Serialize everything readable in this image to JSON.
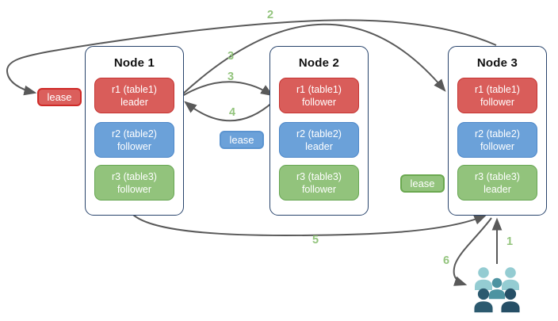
{
  "nodes": [
    {
      "title": "Node 1",
      "replicas": [
        {
          "name": "r1 (table1)",
          "role": "leader",
          "color": "red"
        },
        {
          "name": "r2 (table2)",
          "role": "follower",
          "color": "blue"
        },
        {
          "name": "r3 (table3)",
          "role": "follower",
          "color": "green"
        }
      ]
    },
    {
      "title": "Node 2",
      "replicas": [
        {
          "name": "r1 (table1)",
          "role": "follower",
          "color": "red"
        },
        {
          "name": "r2 (table2)",
          "role": "leader",
          "color": "blue"
        },
        {
          "name": "r3 (table3)",
          "role": "follower",
          "color": "green"
        }
      ]
    },
    {
      "title": "Node 3",
      "replicas": [
        {
          "name": "r1 (table1)",
          "role": "follower",
          "color": "red"
        },
        {
          "name": "r2 (table2)",
          "role": "follower",
          "color": "blue"
        },
        {
          "name": "r3 (table3)",
          "role": "leader",
          "color": "green"
        }
      ]
    }
  ],
  "leases": [
    {
      "label": "lease",
      "color": "red"
    },
    {
      "label": "lease",
      "color": "blue"
    },
    {
      "label": "lease",
      "color": "green"
    }
  ],
  "steps": {
    "s1": "1",
    "s2": "2",
    "s3a": "3",
    "s3b": "3",
    "s4": "4",
    "s5": "5",
    "s6": "6"
  },
  "icons": {
    "users": "group-of-users"
  },
  "palette": {
    "replica_red_fill": "#d95d5a",
    "replica_red_border": "#c53331",
    "replica_blue_fill": "#6ba1d9",
    "replica_blue_border": "#4d87c8",
    "replica_green_fill": "#92c37c",
    "replica_green_border": "#67a653",
    "node_border": "#27436b",
    "arrow_gray": "#595959",
    "step_label_green": "#93c47d",
    "users_light": "#94ccd2",
    "users_mid": "#4d93a1",
    "users_dark_left": "#2c5a6f",
    "users_dark_right": "#264f66"
  }
}
